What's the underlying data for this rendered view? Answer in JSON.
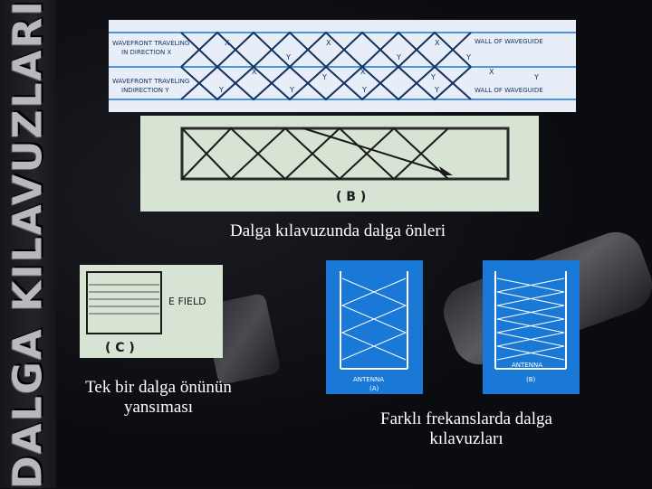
{
  "side_title": "DALGA KILAVUZLARI",
  "figure_a": {
    "row1_label": [
      "WAVEFRONT TRAVELING",
      "IN DIRECTION X"
    ],
    "row2_label": [
      "WAVEFRONT TRAVELING",
      "INDIRECTION Y"
    ],
    "wall_label_1": "WALL OF WAVEGUIDE",
    "wall_label_2": "WALL OF WAVEGUIDE",
    "letters": [
      "X",
      "Y",
      "X",
      "Y",
      "X",
      "Y",
      "X",
      "Y",
      "X",
      "Y",
      "X",
      "Y",
      "Y",
      "Y",
      "Y",
      "Y"
    ]
  },
  "figure_b": {
    "label": "( B )"
  },
  "caption_main": "Dalga kılavuzunda dalga önleri",
  "figure_c": {
    "label": "E FIELD",
    "sub_label": "( C )"
  },
  "caption_left": [
    "Tek bir dalga önünün",
    "yansıması"
  ],
  "figure_antennas": {
    "left_antenna_label": "ANTENNA",
    "left_sub": "(A)",
    "right_antenna_label": "ANTENNA",
    "right_sub": "(B)"
  },
  "caption_right": [
    "Farklı frekanslarda dalga",
    "kılavuzları"
  ],
  "colors": {
    "diagram_blue": "#1a78d6",
    "caption": "#ffffff"
  }
}
